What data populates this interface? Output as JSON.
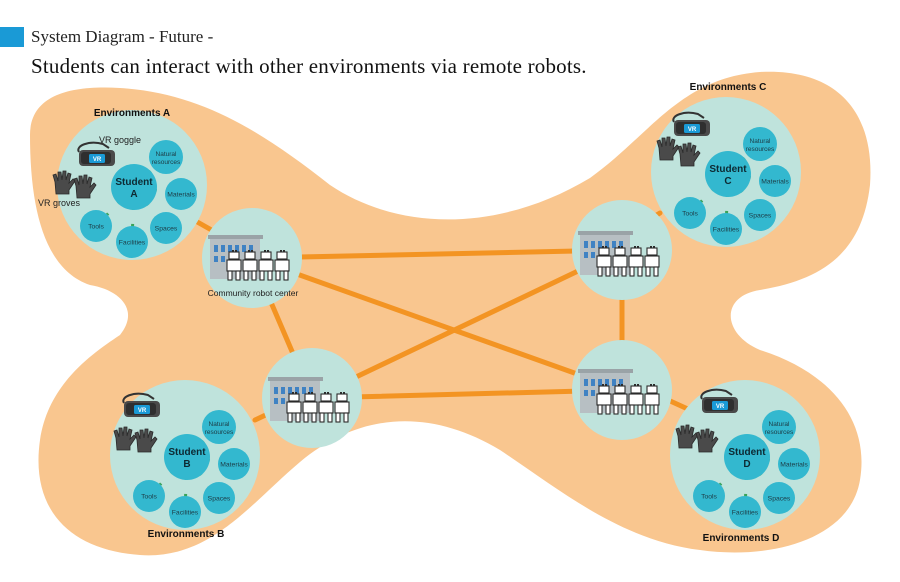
{
  "header": {
    "section_label": "System Diagram - Future -",
    "title": "Students can interact with other environments via remote robots."
  },
  "colors": {
    "accent": "#1a9ad6",
    "blob_fill": "#f9c68f",
    "circle_fill": "#bfe3dc",
    "resource_fill": "#33b8cf",
    "link_orange": "#f39423",
    "link_green": "#3aa35a"
  },
  "annotations": {
    "vr_goggle": "VR goggle",
    "vr_groves": "VR groves",
    "community_center": "Community robot center"
  },
  "environments": [
    {
      "id": "A",
      "label": "Environments A",
      "student": [
        "Student",
        "A"
      ],
      "resources": {
        "natural": [
          "Natural",
          "resources"
        ],
        "materials": "Materials",
        "spaces": "Spaces",
        "facilities": "Facilities",
        "tools": "Tools"
      }
    },
    {
      "id": "B",
      "label": "Environments B",
      "student": [
        "Student",
        "B"
      ],
      "resources": {
        "natural": [
          "Natural",
          "resources"
        ],
        "materials": "Materials",
        "spaces": "Spaces",
        "facilities": "Facilities",
        "tools": "Tools"
      }
    },
    {
      "id": "C",
      "label": "Environments C",
      "student": [
        "Student",
        "C"
      ],
      "resources": {
        "natural": [
          "Natural",
          "resources"
        ],
        "materials": "Materials",
        "spaces": "Spaces",
        "facilities": "Facilities",
        "tools": "Tools"
      }
    },
    {
      "id": "D",
      "label": "Environments D",
      "student": [
        "Student",
        "D"
      ],
      "resources": {
        "natural": [
          "Natural",
          "resources"
        ],
        "materials": "Materials",
        "spaces": "Spaces",
        "facilities": "Facilities",
        "tools": "Tools"
      }
    }
  ],
  "icons": [
    "vr-goggle-icon",
    "vr-glove-icon",
    "building-icon",
    "robot-icon"
  ]
}
